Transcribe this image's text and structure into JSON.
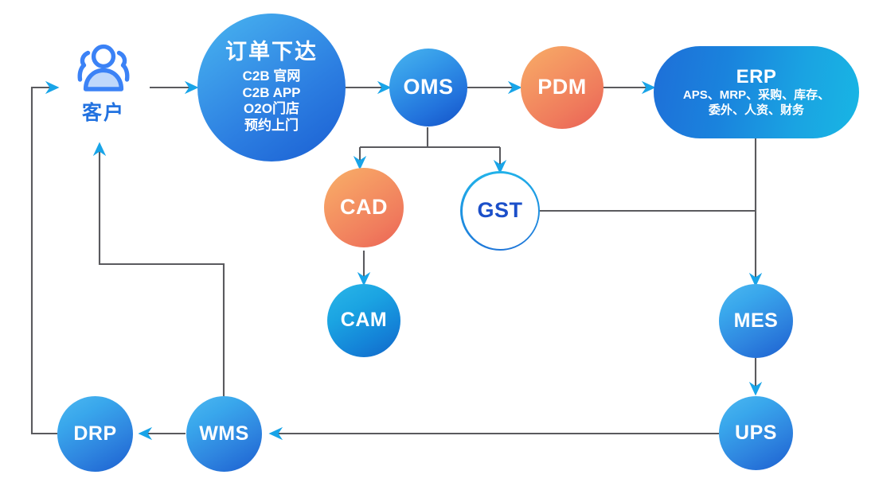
{
  "diagram": {
    "title": "",
    "colors": {
      "line": "#5a5a5e",
      "arrowhead": "#18a4e8",
      "customer_blue": "#2272e0",
      "node_blue_from": "#49b6f0",
      "node_blue_to": "#1a5ed2",
      "node_orange_from": "#f8b068",
      "node_orange_to": "#eb6254",
      "erp_from": "#1e6fd8",
      "erp_to": "#18b6e4",
      "gst_text": "#1b4fc9",
      "background": "#ffffff"
    },
    "nodes": {
      "customer": {
        "icon": "users-group-icon",
        "label": "客户"
      },
      "order": {
        "title": "订单下达",
        "lines": [
          "C2B 官网",
          "C2B APP",
          "O2O门店",
          "预约上门"
        ]
      },
      "oms": {
        "title": "OMS"
      },
      "pdm": {
        "title": "PDM"
      },
      "erp": {
        "title": "ERP",
        "lines": [
          "APS、MRP、采购、库存、",
          "委外、人资、财务"
        ]
      },
      "cad": {
        "title": "CAD"
      },
      "gst": {
        "title": "GST"
      },
      "cam": {
        "title": "CAM"
      },
      "mes": {
        "title": "MES"
      },
      "ups": {
        "title": "UPS"
      },
      "wms": {
        "title": "WMS"
      },
      "drp": {
        "title": "DRP"
      }
    },
    "flows": [
      {
        "from": "drp-loop",
        "to": "customer",
        "kind": "arrow"
      },
      {
        "from": "customer",
        "to": "order",
        "kind": "arrow"
      },
      {
        "from": "order",
        "to": "oms",
        "kind": "arrow"
      },
      {
        "from": "oms",
        "to": "pdm",
        "kind": "arrow"
      },
      {
        "from": "pdm",
        "to": "erp",
        "kind": "arrow"
      },
      {
        "from": "oms",
        "to": "cad",
        "kind": "arrow"
      },
      {
        "from": "oms",
        "to": "gst",
        "kind": "arrow"
      },
      {
        "from": "cad",
        "to": "cam",
        "kind": "arrow"
      },
      {
        "from": "gst",
        "to": "erp-bus",
        "kind": "line"
      },
      {
        "from": "erp",
        "to": "mes",
        "kind": "arrow"
      },
      {
        "from": "mes",
        "to": "ups",
        "kind": "arrow"
      },
      {
        "from": "ups",
        "to": "wms",
        "kind": "arrow"
      },
      {
        "from": "wms",
        "to": "drp",
        "kind": "arrow"
      },
      {
        "from": "wms",
        "to": "customer",
        "kind": "arrow"
      }
    ]
  }
}
